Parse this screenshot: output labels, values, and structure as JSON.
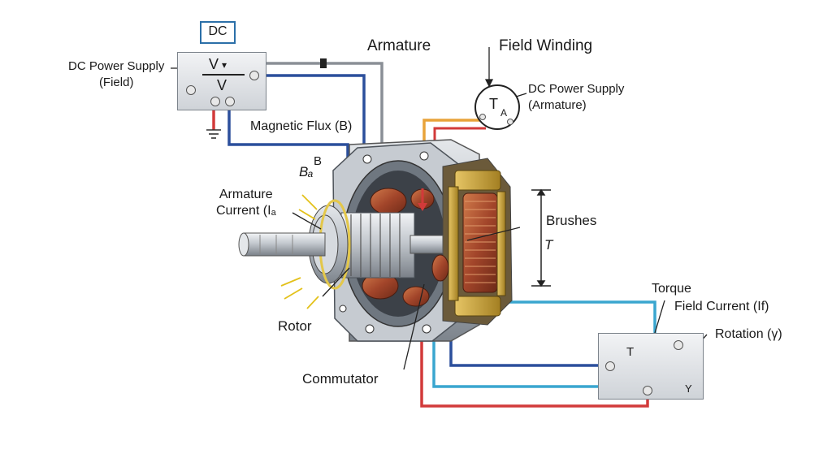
{
  "labels": {
    "dc_tag": "DC",
    "armature": "Armature",
    "field_winding": "Field Winding",
    "dc_supply_field": "DC Power Supply\n(Field)",
    "dc_supply_armature": "DC Power Supply\n(Armature)",
    "magnetic_flux": "Magnetic Flux (B)",
    "b_label": "B",
    "ba_label": "Bₐ",
    "armature_current": "Armature\nCurrent (Iₐ",
    "brushes": "Brushes",
    "t_label": "T",
    "torque": "Torque",
    "field_current": "Field Current (If)",
    "rotation": "Rotation (γ)",
    "rotor": "Rotor",
    "commutator": "Commutator"
  },
  "field_supply": {
    "top_label": "V",
    "arrow": "▾",
    "bottom_label": "V"
  },
  "armature_supply_meter": {
    "symbol": "T",
    "sub": "A"
  },
  "torque_box": {
    "t": "T",
    "y": "Y"
  },
  "colors": {
    "red_wire": "#d23a3a",
    "blue_wire": "#2b4f9c",
    "cyan_wire": "#3aa6cf",
    "orange_wire": "#e8a33a",
    "gray_wire": "#8a8f96",
    "copper": "#a2452a",
    "brass": "#c9a23a",
    "steel": "#b8bec6"
  }
}
